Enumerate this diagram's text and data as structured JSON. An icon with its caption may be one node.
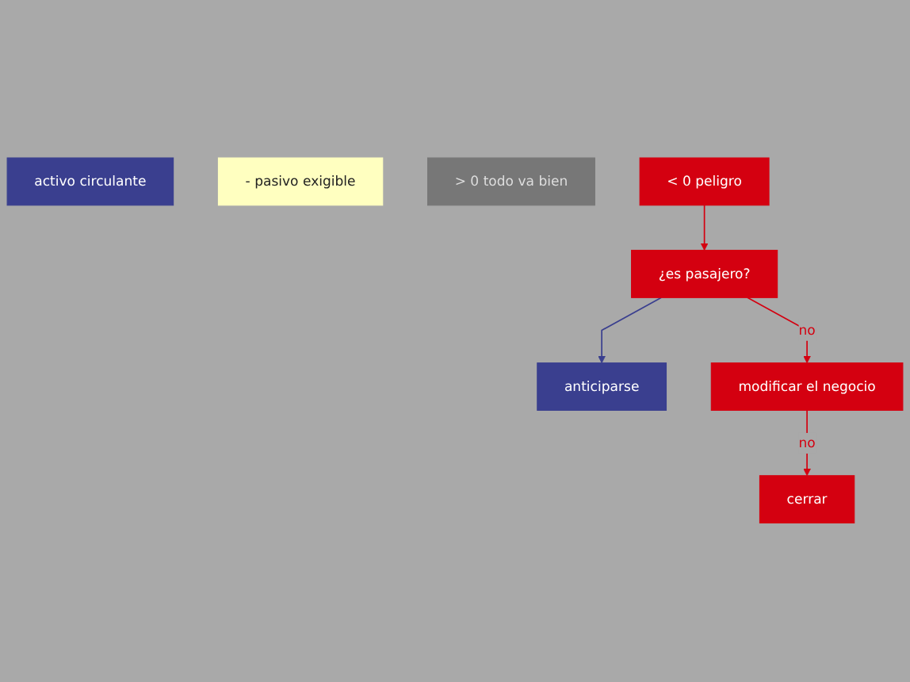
{
  "diagram": {
    "nodes": [
      {
        "text": [
          "activo circulante"
        ]
      },
      {
        "text": [
          "- pasivo exigible"
        ]
      },
      {
        "text": [
          "> 0 todo va bien"
        ]
      },
      {
        "text": [
          "< 0 peligro"
        ]
      },
      {
        "text": [
          "¿es pasajero?"
        ]
      },
      {
        "text": [
          "anticiparse"
        ]
      },
      {
        "text": [
          "modificar el negocio"
        ]
      },
      {
        "text": [
          "cerrar"
        ]
      }
    ],
    "edges": [
      {
        "from": 3,
        "to": 4,
        "arrow": "to"
      },
      {
        "from": 4,
        "to": 5,
        "arrow": "to",
        "color": "#3a3f8f"
      },
      {
        "from": 4,
        "to": 6,
        "arrow": "to",
        "label": "no"
      },
      {
        "from": 6,
        "to": 7,
        "arrow": "to",
        "label": "no"
      }
    ]
  }
}
